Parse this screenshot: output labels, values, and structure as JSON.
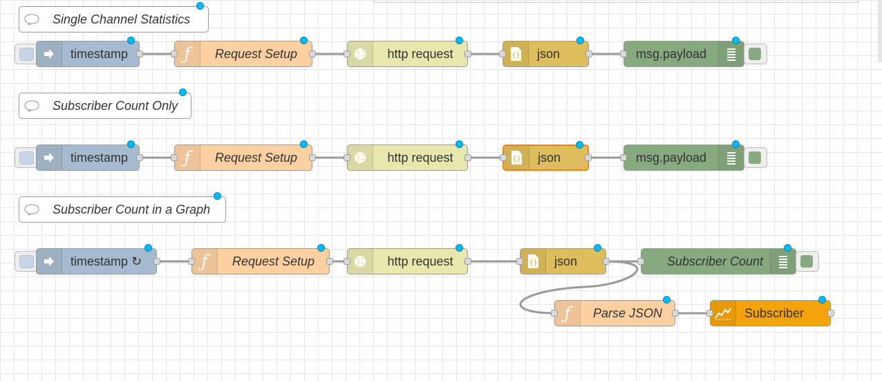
{
  "comments": [
    {
      "label": "Single Channel Statistics"
    },
    {
      "label": "Subscriber Count Only"
    },
    {
      "label": "Subscriber Count in a Graph"
    }
  ],
  "flow1": {
    "inject": "timestamp",
    "function": "Request Setup",
    "http": "http request",
    "json": "json",
    "debug": "msg.payload"
  },
  "flow2": {
    "inject": "timestamp",
    "function": "Request Setup",
    "http": "http request",
    "json": "json",
    "debug": "msg.payload"
  },
  "flow3": {
    "inject": "timestamp ↻",
    "function": "Request Setup",
    "http": "http request",
    "json": "json",
    "debug": "Subscriber Count",
    "parse_function": "Parse JSON",
    "chart": "Subscriber"
  },
  "colors": {
    "inject": "#a6bbcf",
    "function": "#fdd0a2",
    "http_request": "#e7e7ae",
    "json": "#debd5c",
    "debug": "#87a980",
    "chart": "#f4a30a",
    "changed_indicator": "#00bcff",
    "selected_outline": "#ff7f0e"
  },
  "icons": {
    "comment": "speech-bubble-icon",
    "inject": "inject-arrow-icon",
    "function": "function-f-icon",
    "http": "globe-icon",
    "json": "json-braces-icon",
    "debug": "debug-list-icon",
    "chart": "line-chart-icon"
  }
}
